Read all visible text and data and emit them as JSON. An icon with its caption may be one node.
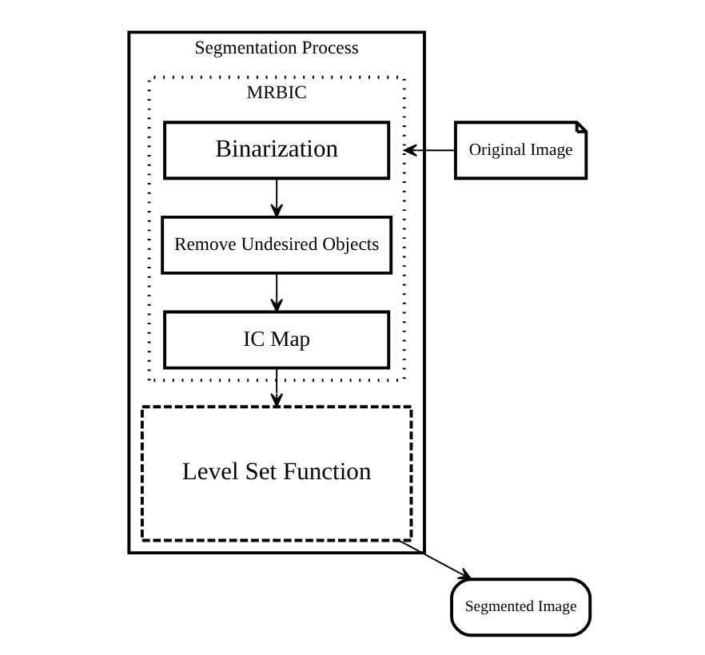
{
  "diagram": {
    "nodes": [
      {
        "text": [
          "Segmentation Process"
        ]
      },
      {
        "text": [
          "MRBIC"
        ],
        "in": 0
      },
      {
        "text": [
          "Binarization"
        ],
        "in": 1
      },
      {
        "text": [
          "Remove Undesired Objects"
        ],
        "in": 1
      },
      {
        "text": [
          "IC Map"
        ],
        "in": 1
      },
      {
        "text": [
          "Level Set Function"
        ],
        "in": 0
      },
      {
        "text": [
          "Original Image"
        ]
      },
      {
        "text": [
          "Segmented Image"
        ]
      }
    ],
    "edges": [
      {
        "from": 6,
        "to": 1,
        "arrow": "to"
      },
      {
        "from": 2,
        "to": 3,
        "arrow": "to"
      },
      {
        "from": 3,
        "to": 4,
        "arrow": "to"
      },
      {
        "from": 4,
        "to": 5,
        "arrow": "to"
      },
      {
        "from": 5,
        "to": 7,
        "arrow": "to"
      }
    ]
  }
}
